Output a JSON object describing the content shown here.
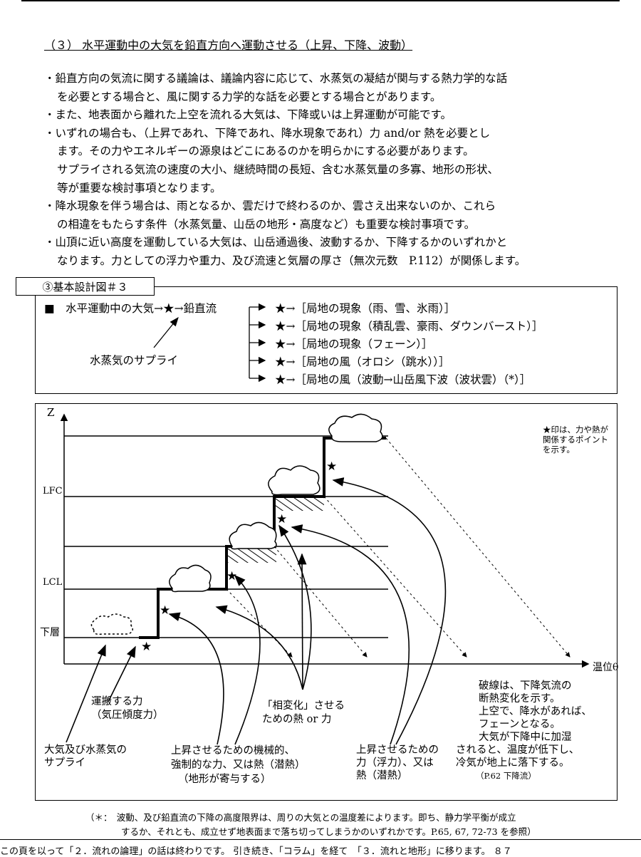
{
  "section_title": "（３） 水平運動中の大気を鉛直方向へ運動させる（上昇、下降、波動）",
  "bullets": [
    "・鉛直方向の気流に関する議論は、議論内容に応じて、水蒸気の凝結が関与する熱力学的な話",
    "を必要とする場合と、風に関する力学的な話を必要とする場合とがあります。",
    "・また、地表面から離れた上空を流れる大気は、下降或いは上昇運動が可能です。",
    "・いずれの場合も、（上昇であれ、下降であれ、降水現象であれ）力 and/or 熱を必要とし",
    "ます。その力やエネルギーの源泉はどこにあるのかを明らかにする必要があります。",
    "サプライされる気流の速度の大小、継続時間の長短、含む水蒸気量の多寡、地形の形状、",
    "等が重要な検討事項となります。",
    "・降水現象を伴う場合は、雨となるか、雲だけで終わるのか、雲さえ出来ないのか、これら",
    "の相違をもたらす条件（水蒸気量、山岳の地形・高度など）も重要な検討事項です。",
    "・山頂に近い高度を運動している大気は、山岳通過後、波動するか、下降するかのいずれかと",
    "なります。力としての浮力や重力、及び流速と気層の厚さ（無次元数　P.112）が関係します。"
  ],
  "design_label": "③基本設計図＃３",
  "flow": {
    "main": "■　水平運動中の大気→★→鉛直流",
    "supply": "水蒸気のサプライ",
    "branches": [
      "★→［局地の現象（雨、雪、氷雨）］",
      "★→［局地の現象（積乱雲、豪雨、ダウンバースト）］",
      "★→［局地の現象（フェーン）］",
      "★→［局地の風（オロシ（跳水））］",
      "★→［局地の風（波動→山岳風下波（波状雲）（*）］"
    ]
  },
  "diagram": {
    "z_axis": "Z",
    "x_axis": "温位θ",
    "level_lfc": "LFC",
    "level_lcl": "LCL",
    "level_lower": "下層",
    "star_note": [
      "★印は、力や熱が",
      "関係するポイント",
      "を示す。"
    ],
    "label_transport": [
      "運搬する力",
      "（気圧傾度力）"
    ],
    "label_supply": [
      "大気及び水蒸気の",
      "サプライ"
    ],
    "label_phase": [
      "「相変化」させる",
      "ための熱 or 力"
    ],
    "label_mech": [
      "上昇させるための機械的、",
      "強制的な力、又は熱（潜熱）",
      "（地形が寄与する）"
    ],
    "label_buoy": [
      "上昇させるための",
      "力（浮力）、又は",
      "熱（潜熱）"
    ],
    "label_dashed": [
      "破線は、下降気流の",
      "断熱変化を示す。",
      "上空で、降水があれば、",
      "フェーンとなる。",
      "大気が下降中に加湿",
      "されると、温度が低下し、",
      "冷気が地上に落下する。",
      "（P.62 下降流）"
    ]
  },
  "note": [
    "（＊：　波動、及び鉛直流の下降の高度限界は、周りの大気との温度差によります。即ち、静力学平衡が成立",
    "　　　　するか、それとも、成立せず地表面まで落ち切ってしまうかのいずれかです。P.65, 67, 72-73 を参照）"
  ],
  "footer": "この頁を以って「２．流れの論理」の話は終わりです。 引き続き、「コラム」を経て　「３．流れと地形」に移ります。 ８７"
}
